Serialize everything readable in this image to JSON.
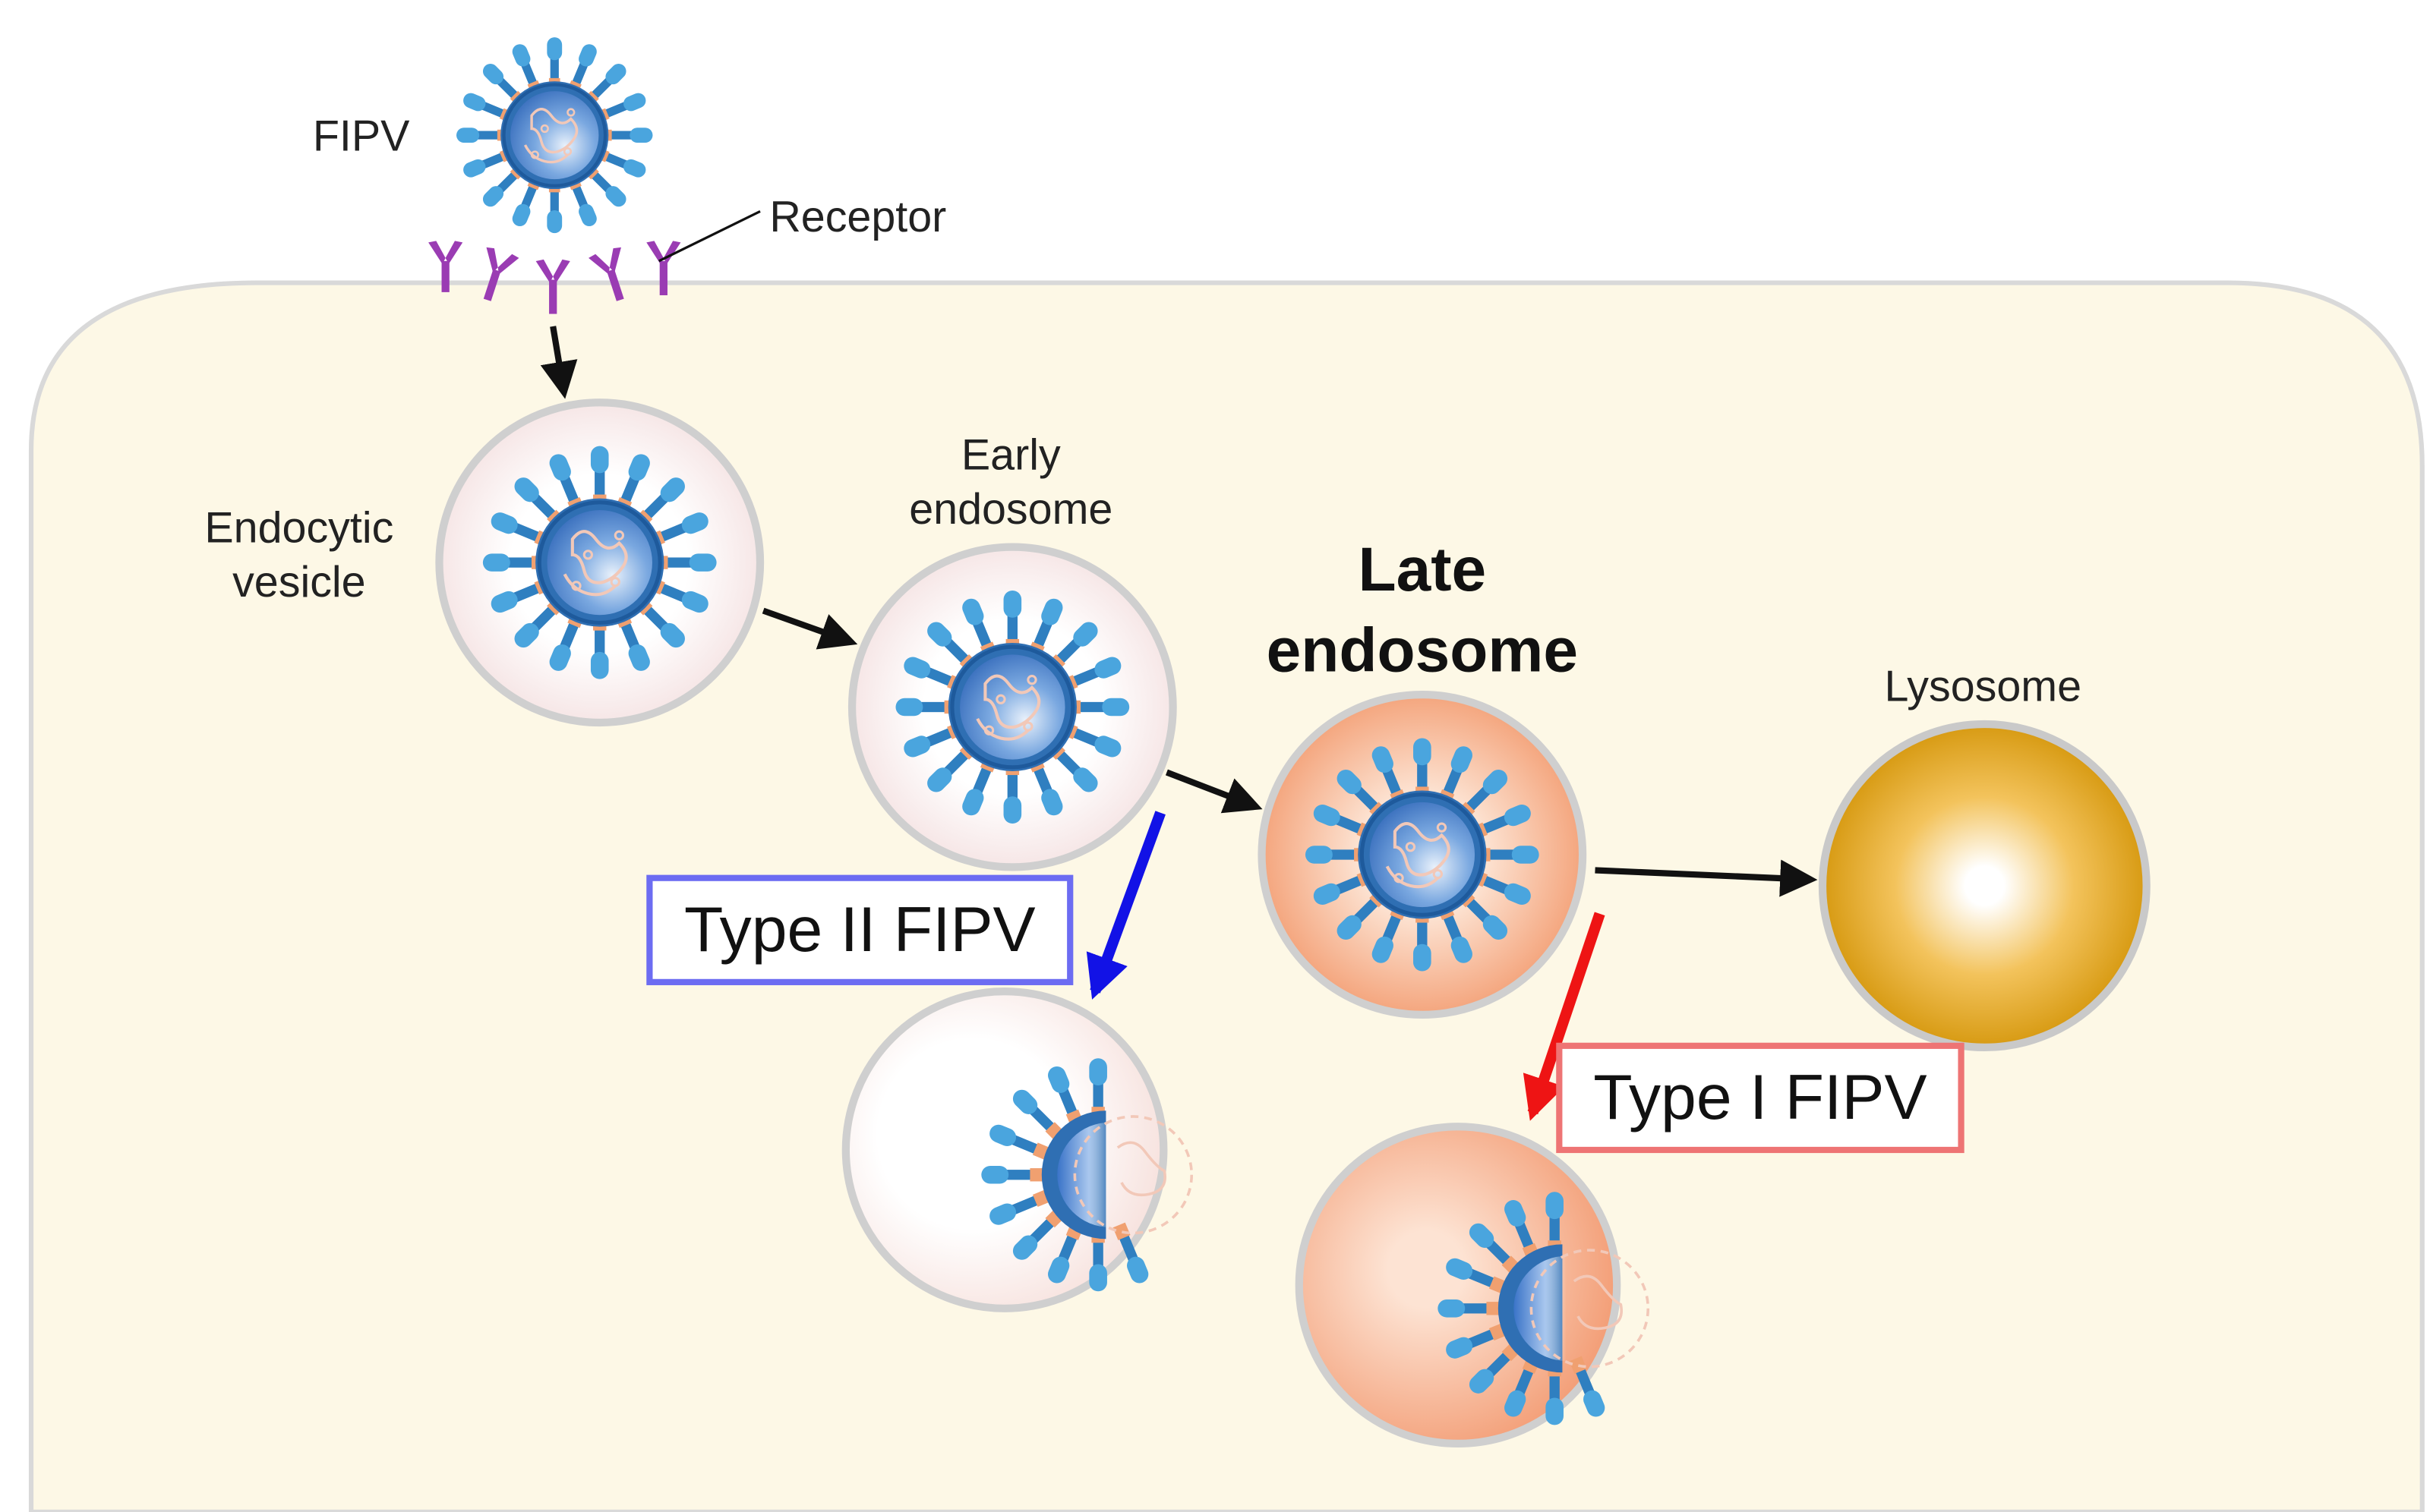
{
  "labels": {
    "fipv": "FIPV",
    "receptor": "Receptor",
    "endocytic_line1": "Endocytic",
    "endocytic_line2": "vesicle",
    "early_line1": "Early",
    "early_line2": "endosome",
    "late_line1": "Late",
    "late_line2": "endosome",
    "lysosome": "Lysosome",
    "type_ii": "Type II FIPV",
    "type_i": "Type I FIPV"
  },
  "colors": {
    "cell": "#fdf8e6",
    "cell_edge": "#d9d9d9",
    "virus_core": "#3d7fd0",
    "spike": "#3e95d4",
    "receptor": "#9a3cb3",
    "late_endosome": "#f5b08a",
    "lysosome": "#dba12a",
    "type_ii_box": "#6c6cf2",
    "type_i_box": "#ee7474",
    "blue_arrow": "#1212e6",
    "red_arrow": "#ee1414",
    "arrow": "#111111"
  }
}
